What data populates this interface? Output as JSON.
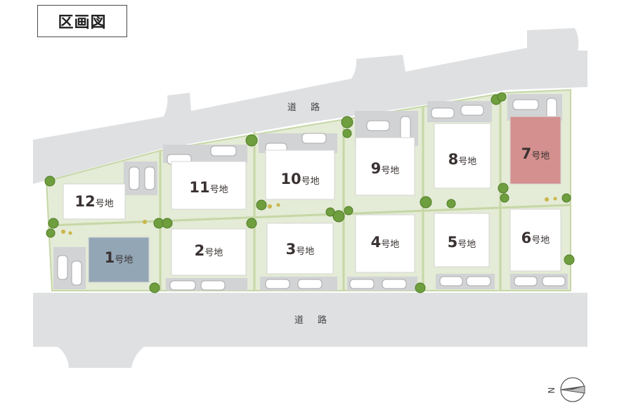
{
  "title": "区画図",
  "roads": {
    "north_label": "道 路",
    "south_label": "道 路"
  },
  "compass": {
    "label": "N"
  },
  "lot_suffix": "号地",
  "lots": [
    {
      "number": "1",
      "status": "highlight-blue"
    },
    {
      "number": "2",
      "status": "normal"
    },
    {
      "number": "3",
      "status": "normal"
    },
    {
      "number": "4",
      "status": "normal"
    },
    {
      "number": "5",
      "status": "normal"
    },
    {
      "number": "6",
      "status": "normal"
    },
    {
      "number": "7",
      "status": "highlight-red"
    },
    {
      "number": "8",
      "status": "normal"
    },
    {
      "number": "9",
      "status": "normal"
    },
    {
      "number": "10",
      "status": "normal"
    },
    {
      "number": "11",
      "status": "normal"
    },
    {
      "number": "12",
      "status": "normal"
    }
  ],
  "colors": {
    "road": "#dfe0e2",
    "lot_ground": "#e4ebd6",
    "lot_border": "#c6d7a6",
    "building": "#ffffff",
    "highlight_blue": "#93a6b6",
    "highlight_red": "#d3908e",
    "tree": "#6f9e3f",
    "parking": "#d2d3d5"
  }
}
